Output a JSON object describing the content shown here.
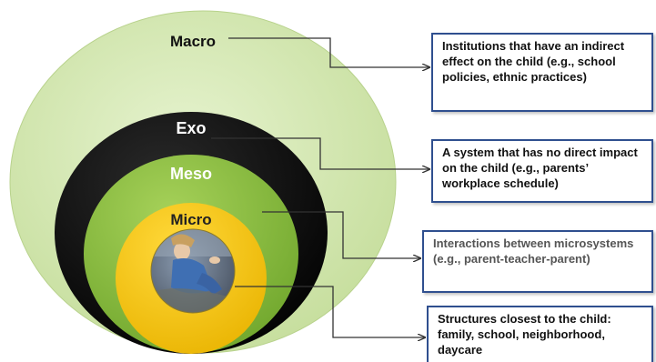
{
  "diagram": {
    "layers": [
      {
        "label": "Macro",
        "color": "#cfe6a8"
      },
      {
        "label": "Exo",
        "color": "#000000"
      },
      {
        "label": "Meso",
        "color": "#8dc03e"
      },
      {
        "label": "Micro",
        "color": "#f7c300"
      }
    ],
    "descriptions": [
      {
        "text": "Institutions  that  have an indirect effect on the child (e.g., school policies, ethnic practices)"
      },
      {
        "text": "A system that has no direct impact on the child (e.g., parents’ workplace schedule)"
      },
      {
        "text": "Interactions between microsystems  (e.g., parent-teacher-parent)"
      },
      {
        "text": "Structures closest to the child: family, school, neighborhood, daycare"
      }
    ],
    "colors": {
      "box_border": "#2f4f8f",
      "connector": "#333333",
      "macro_text": "#111111",
      "exo_text": "#ffffff",
      "meso_text": "#ffffff",
      "micro_text": "#222222"
    },
    "center_image": "child-photo"
  }
}
